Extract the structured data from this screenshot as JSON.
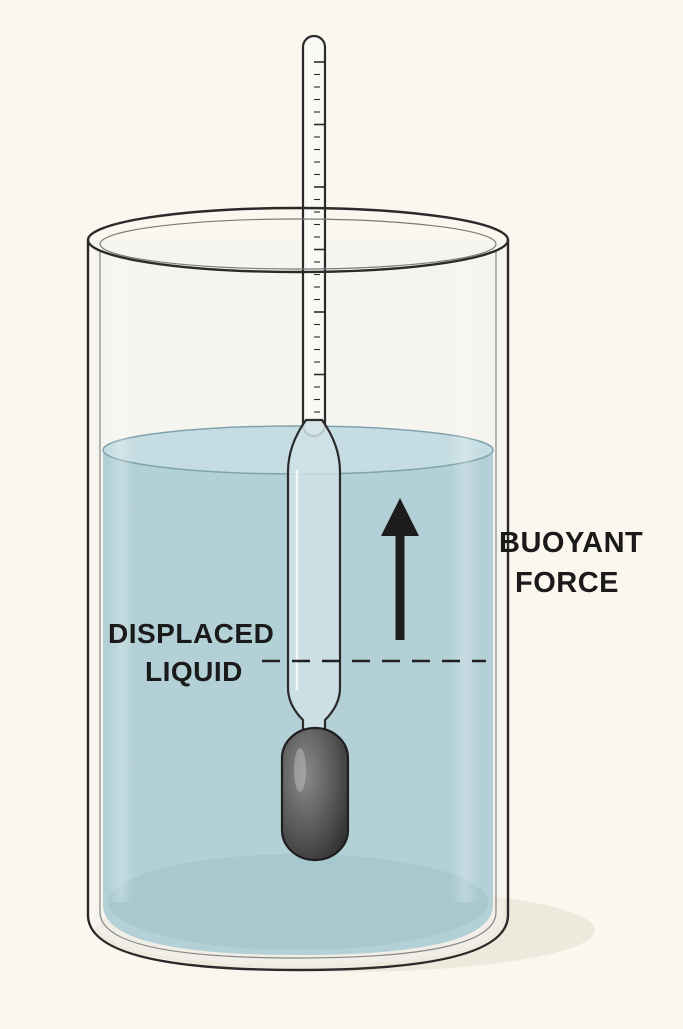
{
  "labels": {
    "buoyant_force": [
      "BUOYANT",
      "FORCE"
    ],
    "displaced_liquid": [
      "DISPLACED",
      "LIQUID"
    ]
  },
  "colors": {
    "background": "#fbf7ee",
    "liquid": "#b3d0d7",
    "liquid_surface": "#c5dde2",
    "glass_outline": "#2a2a2a",
    "bulb": "#5a5a5a",
    "arrow": "#1c1c1c"
  },
  "scale": {
    "tick_count": 29
  }
}
